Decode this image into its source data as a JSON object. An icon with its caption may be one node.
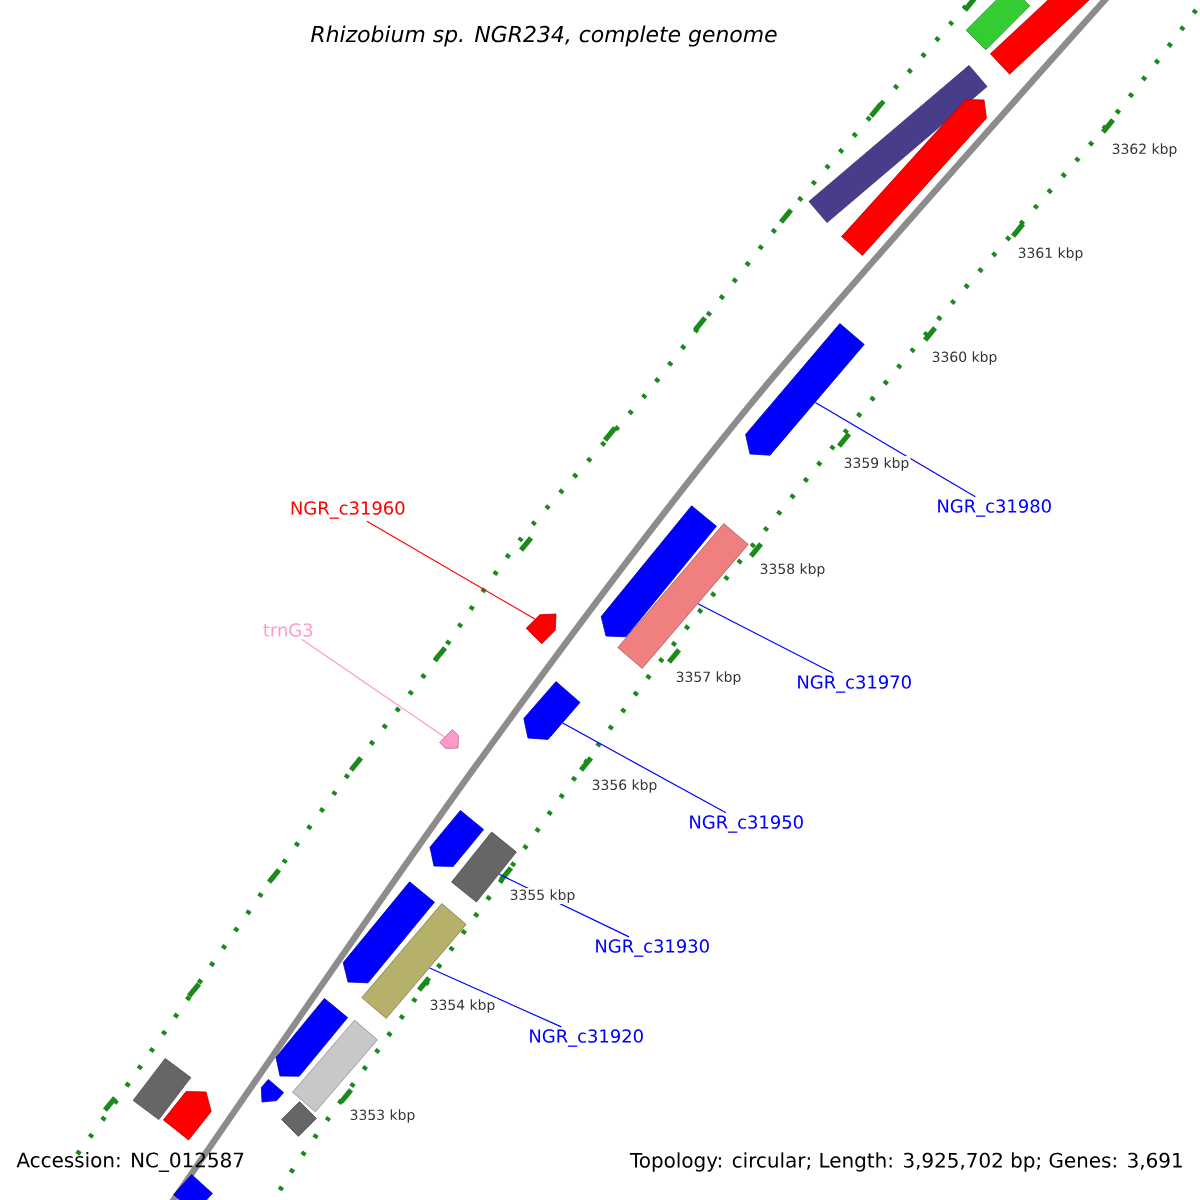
{
  "diagram": {
    "title": "Rhizobium sp. NGR234, complete genome",
    "nodes": [
      {
        "text": [
          "NGR_c31960"
        ]
      },
      {
        "text": [],
        "shape": "bar"
      },
      {
        "text": [
          "trnG3"
        ]
      },
      {
        "text": [],
        "shape": "bar"
      },
      {
        "text": [
          "NGR_c31980"
        ]
      },
      {
        "text": [],
        "shape": "bar"
      },
      {
        "text": [
          "NGR_c31970"
        ]
      },
      {
        "text": [],
        "shape": "bar"
      },
      {
        "text": [
          "NGR_c31950"
        ]
      },
      {
        "text": [],
        "shape": "bar"
      },
      {
        "text": [
          "NGR_c31930"
        ]
      },
      {
        "text": [],
        "shape": "bar"
      },
      {
        "text": [
          "NGR_c31920"
        ]
      },
      {
        "text": [],
        "shape": "bar"
      },
      {
        "text": [],
        "shape": "bar"
      },
      {
        "text": [],
        "shape": "bar"
      },
      {
        "text": [],
        "shape": "bar"
      },
      {
        "text": [],
        "shape": "bar"
      },
      {
        "text": [],
        "shape": "bar"
      },
      {
        "text": [],
        "shape": "bar"
      },
      {
        "text": [],
        "shape": "bar"
      },
      {
        "text": [],
        "shape": "bar"
      },
      {
        "text": [],
        "shape": "bar"
      },
      {
        "text": [],
        "shape": "bar"
      },
      {
        "text": [],
        "shape": "bar"
      },
      {
        "text": [],
        "shape": "bar"
      },
      {
        "text": [],
        "shape": "bar"
      },
      {
        "text": [],
        "shape": "bar"
      }
    ],
    "edges": [
      {
        "from": 0,
        "to": 1,
        "arrow": "none",
        "color": "#ff0000"
      },
      {
        "from": 2,
        "to": 3,
        "arrow": "none",
        "color": "#ff99cc"
      },
      {
        "from": 4,
        "to": 5,
        "arrow": "none"
      },
      {
        "from": 6,
        "to": 7,
        "arrow": "none"
      },
      {
        "from": 8,
        "to": 9,
        "arrow": "none"
      },
      {
        "from": 10,
        "to": 11,
        "arrow": "none"
      },
      {
        "from": 12,
        "to": 13,
        "arrow": "none"
      }
    ],
    "labels": [
      "3362 kbp",
      "3361 kbp",
      "3360 kbp",
      "3359 kbp",
      "3358 kbp",
      "3357 kbp",
      "3356 kbp",
      "3355 kbp",
      "3354 kbp",
      "3353 kbp",
      "Accession: NC_012587",
      "Topology: circular; Length: 3,925,702 bp; Genes: 3,691"
    ]
  }
}
